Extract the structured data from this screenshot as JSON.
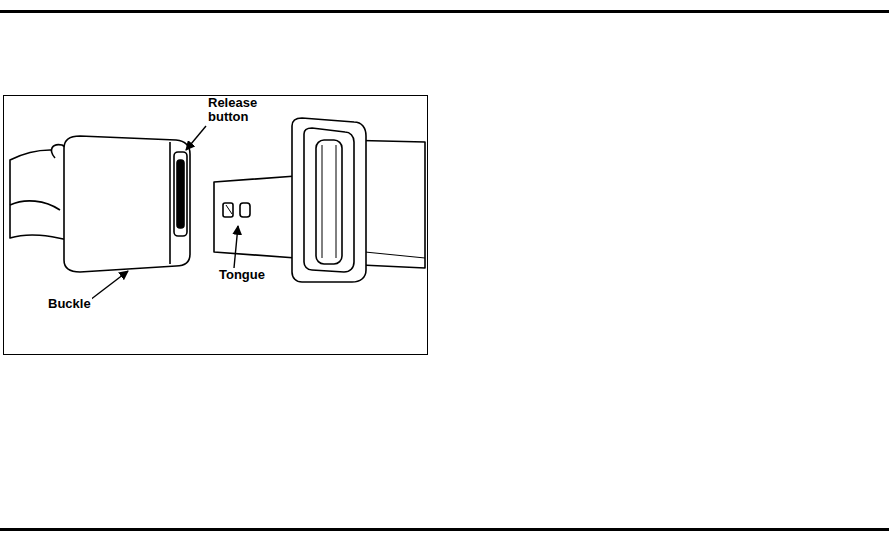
{
  "diagram": {
    "labels": [
      "Release button",
      "Buckle",
      "Tongue"
    ]
  }
}
